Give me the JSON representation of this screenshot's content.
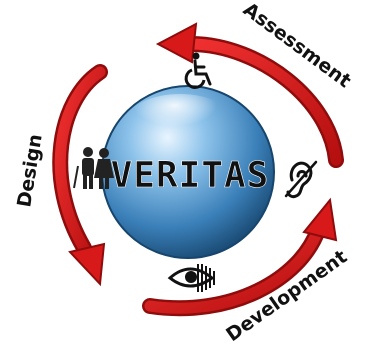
{
  "center": {
    "text": "VERITAS"
  },
  "stages": {
    "assessment": "Assessment",
    "design": "Design",
    "development": "Development"
  },
  "colors": {
    "arrow": "#d81919",
    "arrow_dark": "#8e0c0c",
    "sphere_light": "#cfe7fb",
    "sphere_mid": "#5ea3d6",
    "sphere_dark": "#1e5784",
    "text": "#111111"
  },
  "icons": [
    "wheelchair-icon",
    "elderly-couple-icon",
    "hearing-impaired-icon",
    "low-vision-eye-icon"
  ]
}
